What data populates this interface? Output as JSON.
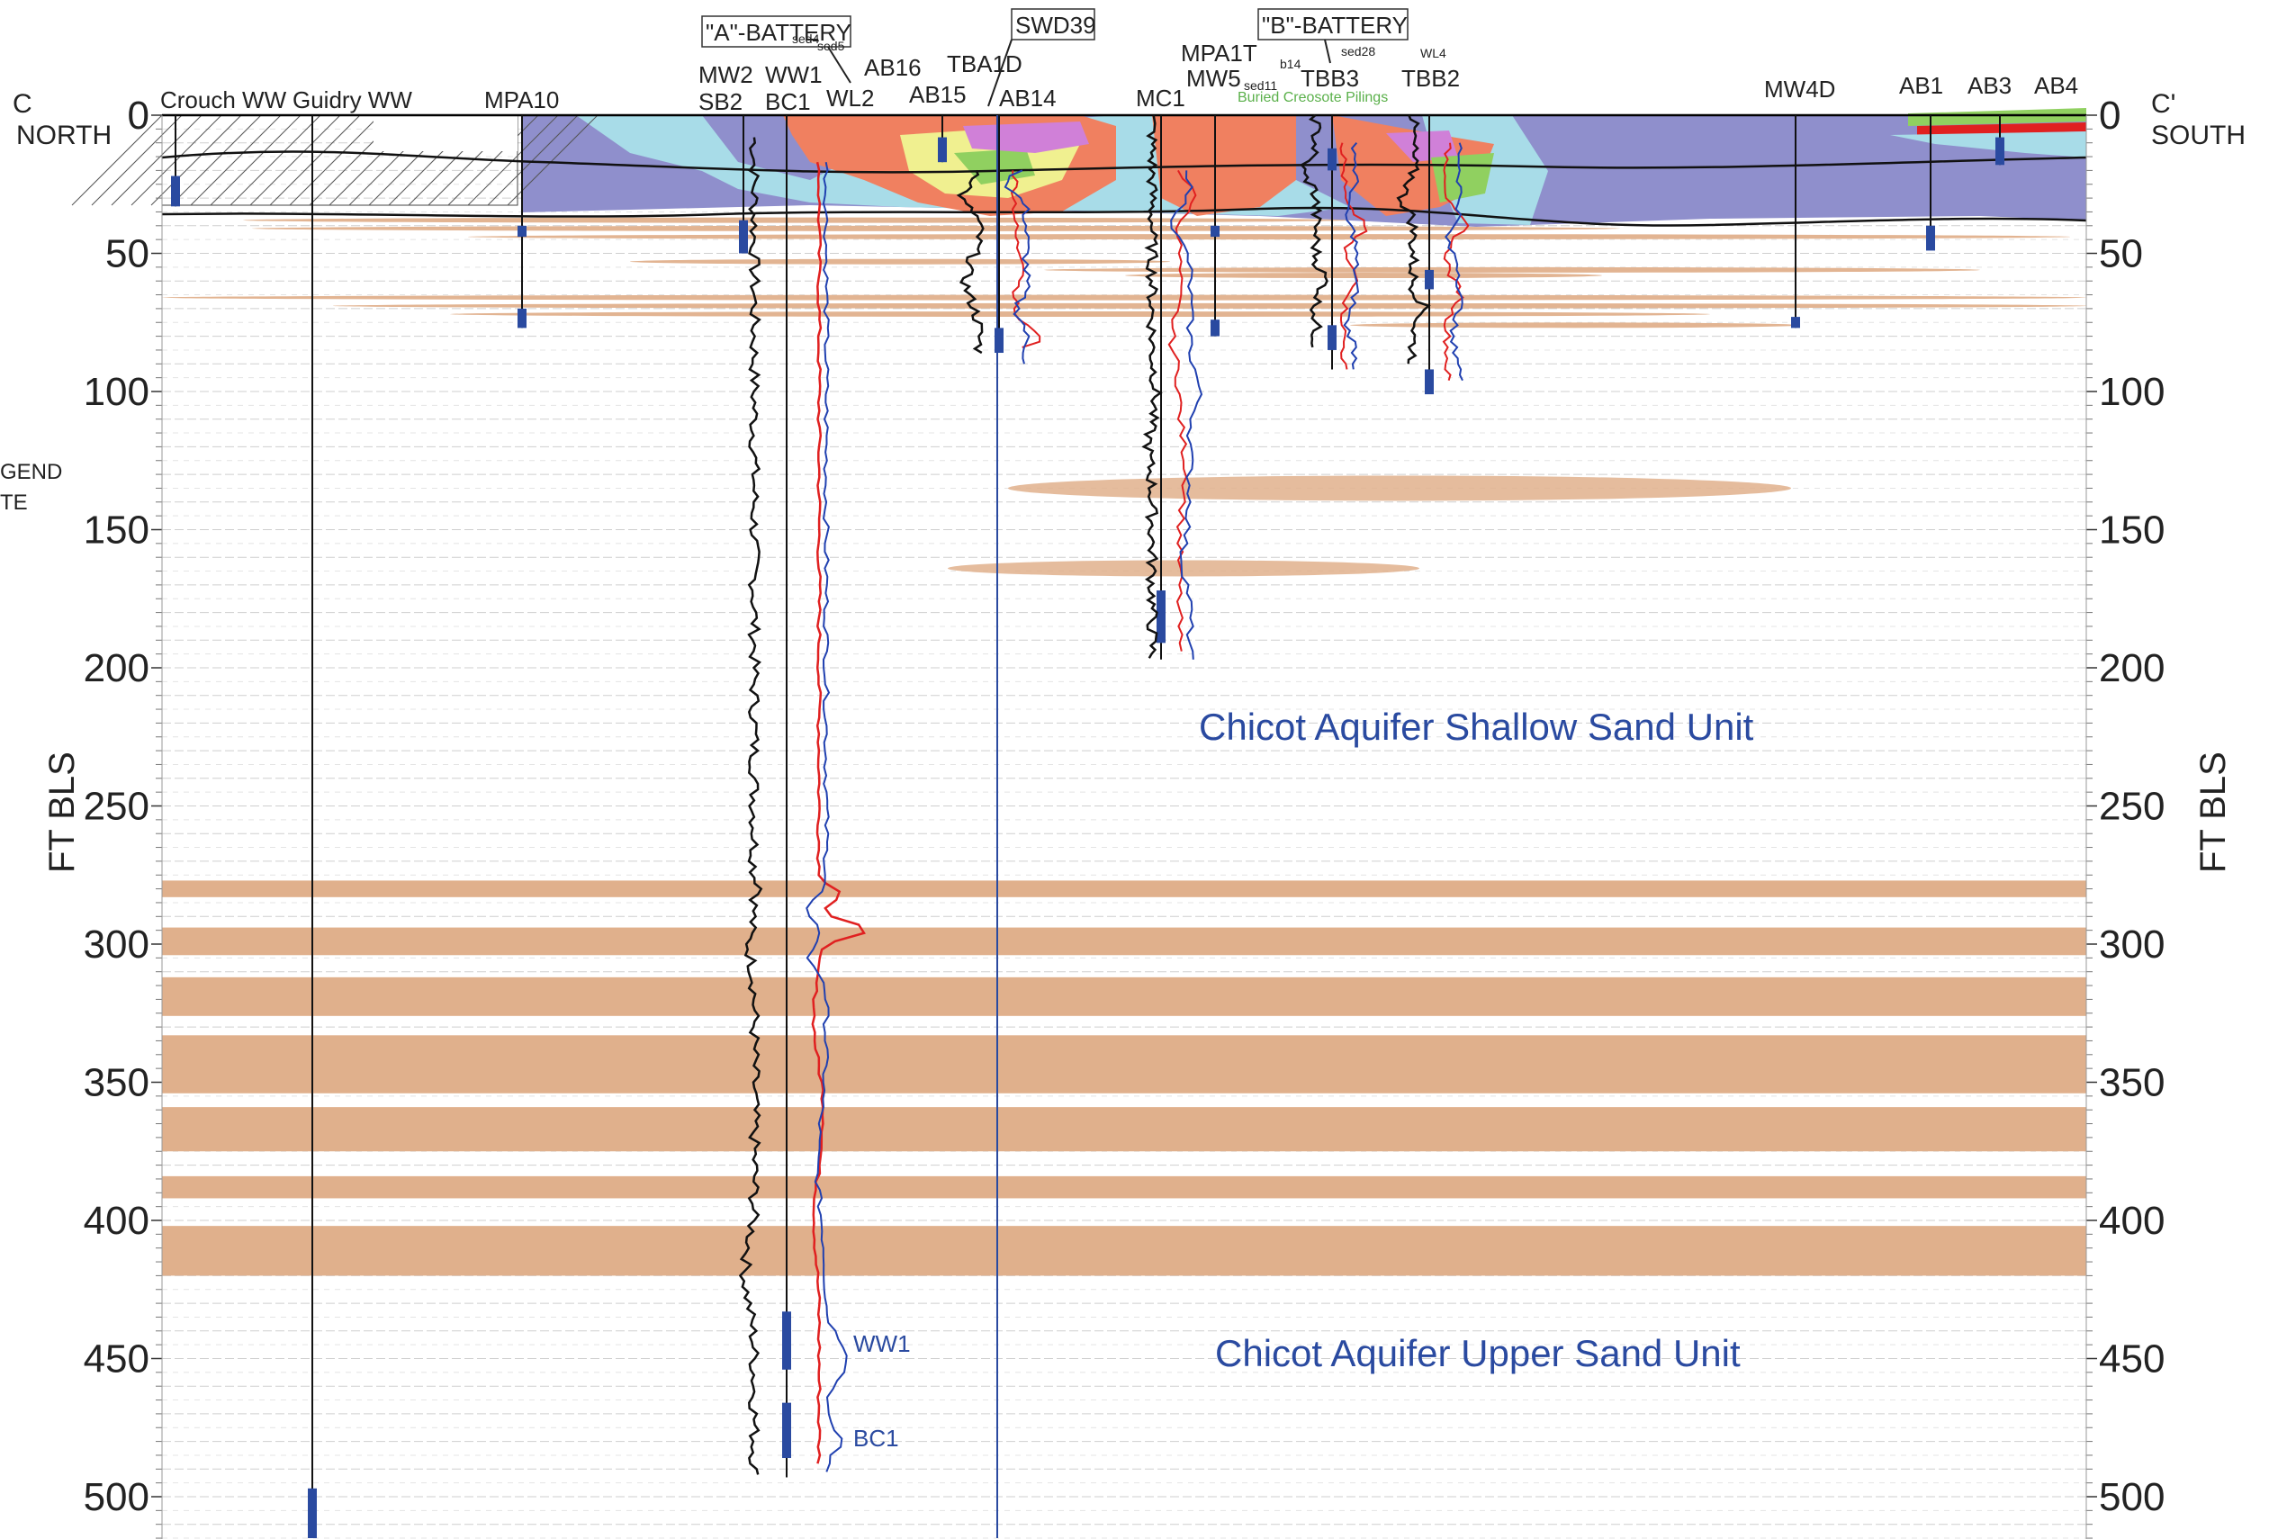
{
  "section": {
    "left_end": {
      "letter": "C",
      "direction": "NORTH"
    },
    "right_end": {
      "letter": "C'",
      "direction": "SOUTH"
    },
    "axis_label": "FT BLS",
    "depth_ticks": [
      "0",
      "50",
      "100",
      "150",
      "200",
      "250",
      "300",
      "350",
      "400",
      "450",
      "500"
    ],
    "legend_fragment": [
      "GEND",
      "TE"
    ],
    "battery_labels": [
      "\"A\"-BATTERY",
      "\"B\"-BATTERY"
    ],
    "boxed_well": "SWD39",
    "annotation": "Buried Creosote Pilings",
    "units": [
      "Chicot Aquifer Shallow Sand Unit",
      "Chicot Aquifer Upper Sand Unit"
    ],
    "log_curve_labels": [
      "WW1",
      "BC1"
    ]
  },
  "wells": [
    {
      "top": "Crouch WW",
      "bottom": ""
    },
    {
      "top": "Guidry WW",
      "bottom": ""
    },
    {
      "top": "MPA10",
      "bottom": ""
    },
    {
      "top": "MW2",
      "bottom": "SB2"
    },
    {
      "top": "WW1",
      "bottom": "BC1"
    },
    {
      "top": "AB16",
      "bottom": "WL2"
    },
    {
      "top": "AB15",
      "bottom": ""
    },
    {
      "top": "TBA1D",
      "bottom": "AB14"
    },
    {
      "top": "MC1",
      "bottom": ""
    },
    {
      "top": "MPA1T",
      "bottom": "MW5"
    },
    {
      "top": "TBB3",
      "bottom": ""
    },
    {
      "top": "TBB2",
      "bottom": ""
    },
    {
      "top": "MW4D",
      "bottom": ""
    },
    {
      "top": "AB1",
      "bottom": ""
    },
    {
      "top": "AB3",
      "bottom": ""
    },
    {
      "top": "AB4",
      "bottom": ""
    }
  ],
  "small_labels": [
    "sed4",
    "sed5",
    "sed11",
    "b14",
    "sed28",
    "WL4"
  ],
  "colors": {
    "sand": "#e0b08c",
    "clay_purple": "#8f8fcc",
    "light_blue": "#a8dce8",
    "orange": "#f08060",
    "yellow": "#f0f090",
    "green": "#90d060",
    "blue_screen": "#2a4aa0",
    "unit_text": "#2a4aa0",
    "log_red": "#e02020",
    "log_blue": "#2040b0",
    "annotation_green": "#5ab04a"
  }
}
